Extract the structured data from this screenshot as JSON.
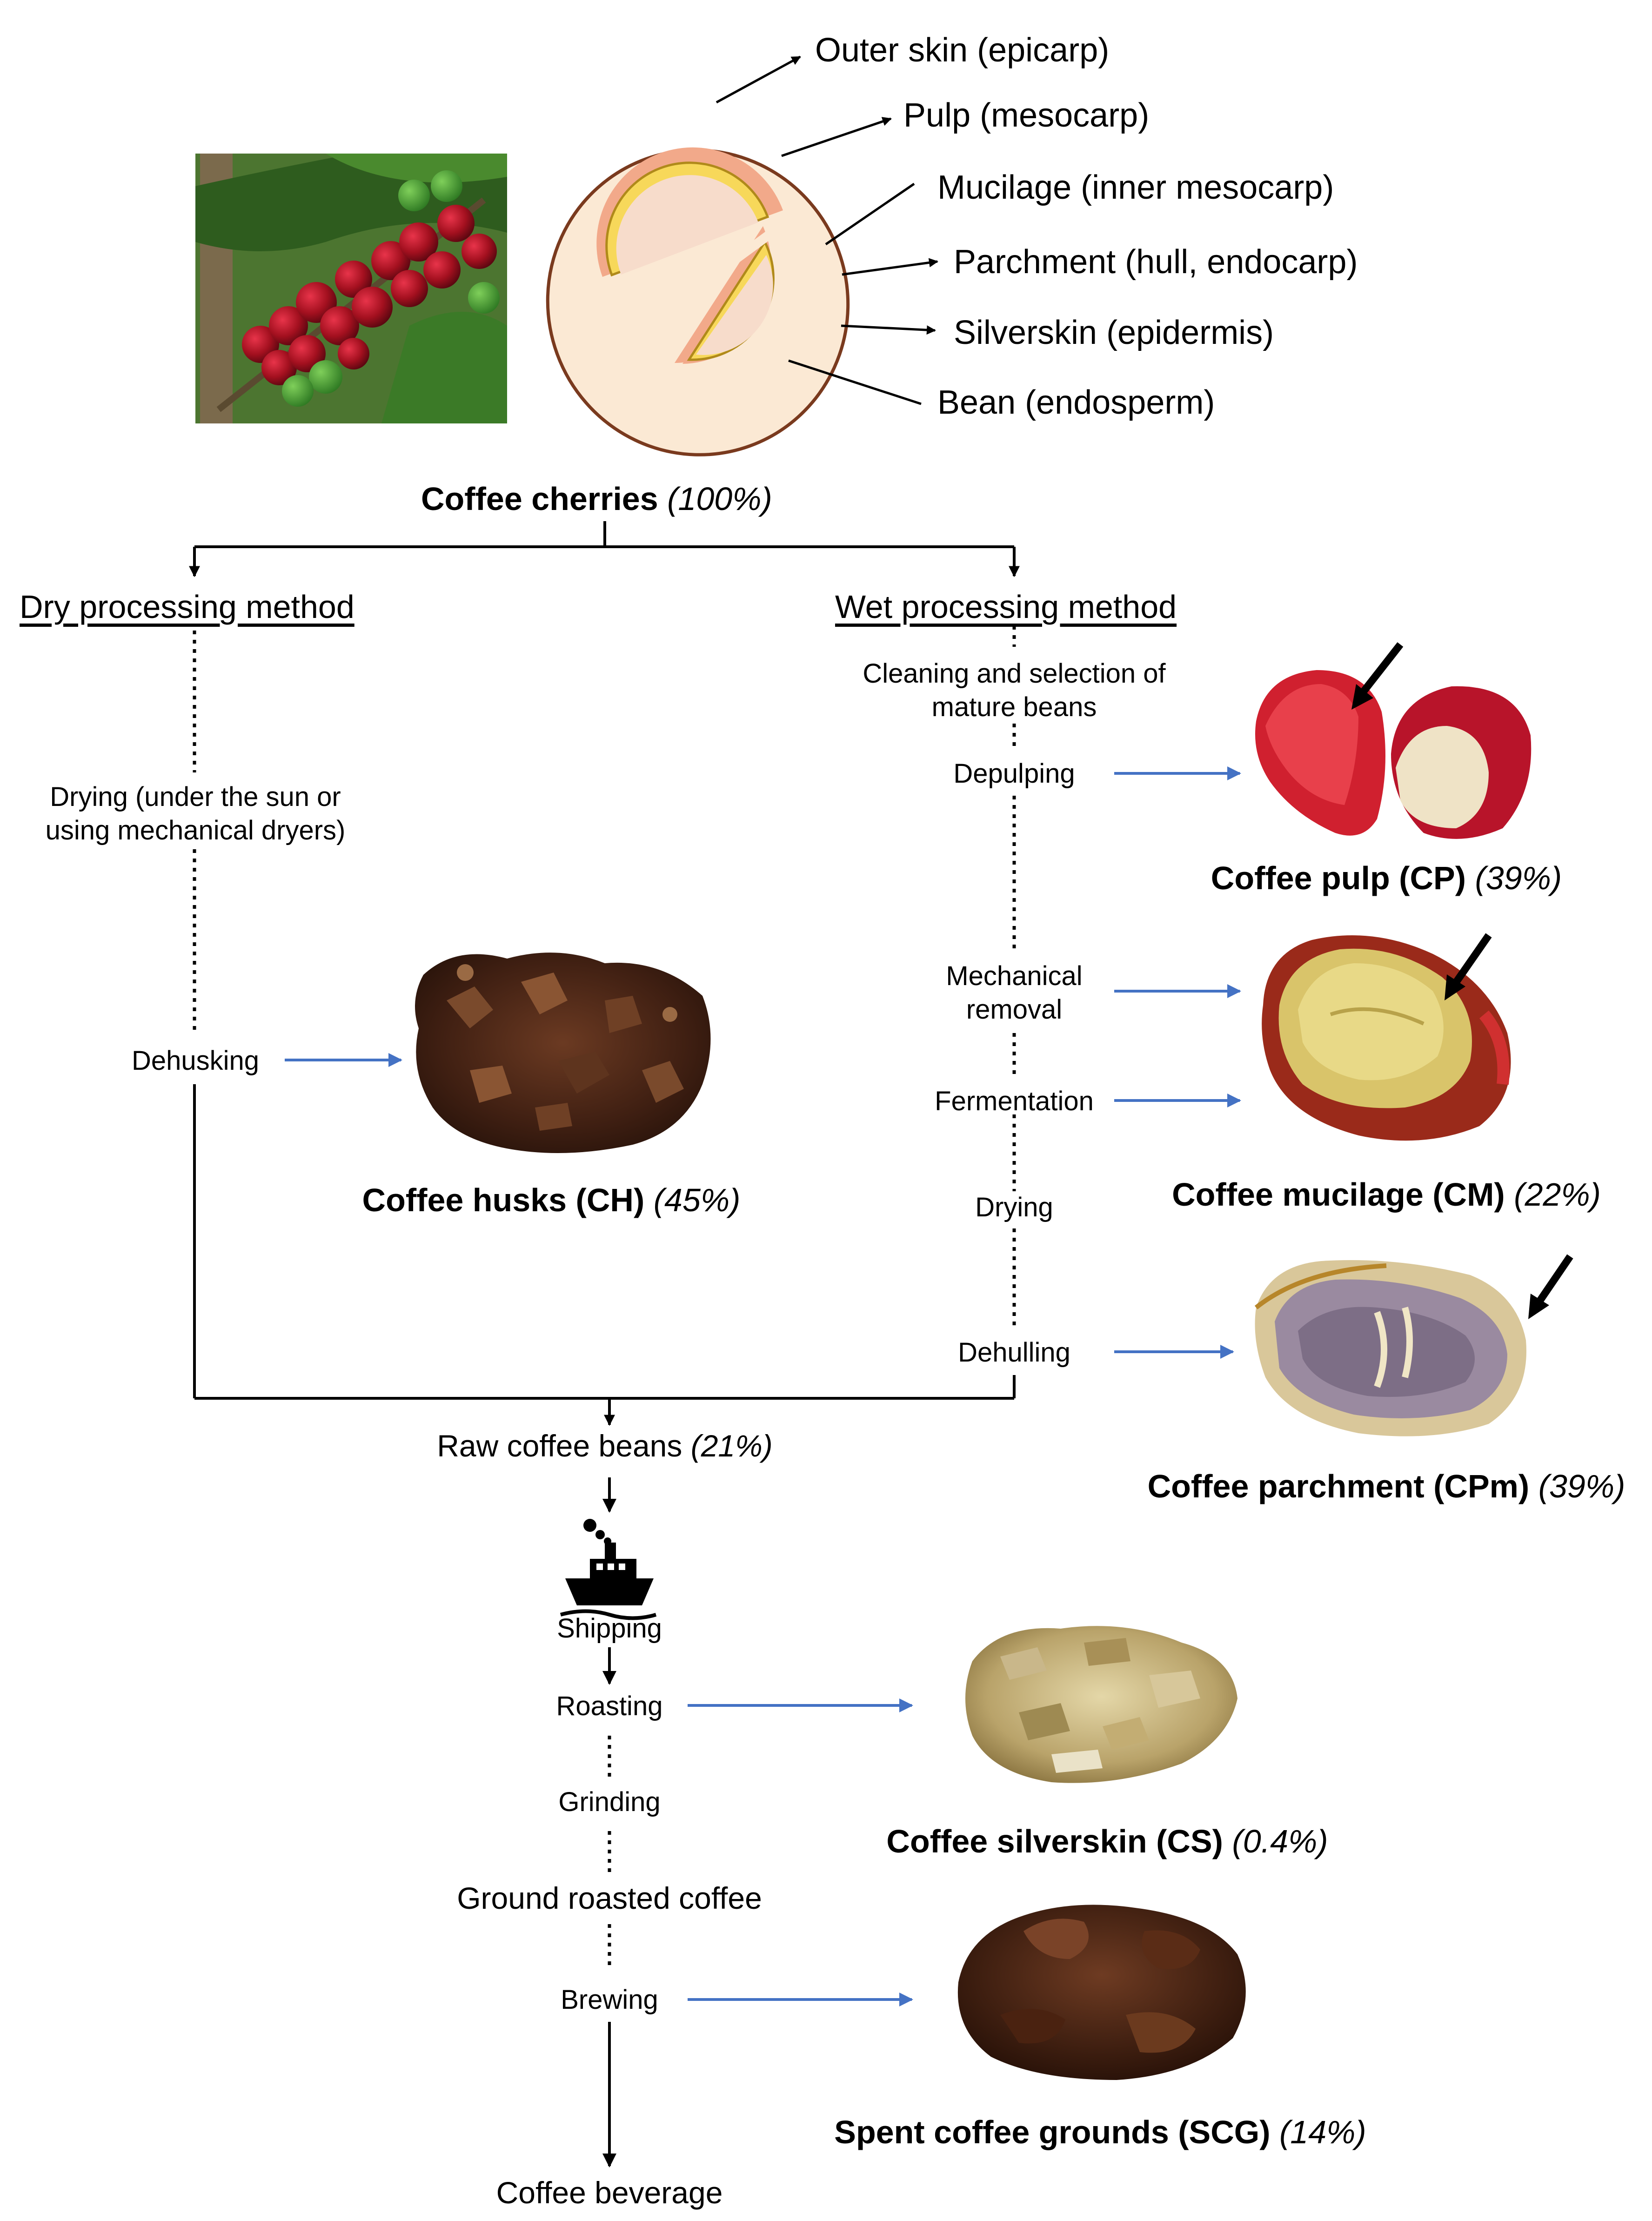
{
  "anatomy": {
    "outer_skin": "Outer skin (epicarp)",
    "pulp": "Pulp (mesocarp)",
    "mucilage": "Mucilage (inner mesocarp)",
    "parchment": "Parchment (hull, endocarp)",
    "silverskin": "Silverskin (epidermis)",
    "bean": "Bean (endosperm)"
  },
  "root": {
    "name": "Coffee cherries",
    "pct": "(100%)"
  },
  "dry": {
    "heading": "Dry processing method",
    "drying_l1": "Drying (under the sun or",
    "drying_l2": "using mechanical dryers)",
    "dehusking": "Dehusking",
    "product_name": "Coffee husks (CH)",
    "product_pct": "(45%)"
  },
  "wet": {
    "heading": "Wet processing method",
    "cleaning_l1": "Cleaning and selection of",
    "cleaning_l2": "mature beans",
    "depulping": "Depulping",
    "mech_l1": "Mechanical",
    "mech_l2": "removal",
    "fermentation": "Fermentation",
    "drying": "Drying",
    "dehulling": "Dehulling",
    "pulp_name": "Coffee pulp (CP)",
    "pulp_pct": "(39%)",
    "mucilage_name": "Coffee mucilage (CM)",
    "mucilage_pct": "(22%)",
    "parchment_name": "Coffee parchment (CPm)",
    "parchment_pct": "(39%)"
  },
  "downstream": {
    "raw_name": "Raw coffee beans",
    "raw_pct": "(21%)",
    "shipping": "Shipping",
    "roasting": "Roasting",
    "grinding": "Grinding",
    "ground": "Ground roasted coffee",
    "brewing": "Brewing",
    "beverage": "Coffee beverage",
    "silverskin_name": "Coffee silverskin (CS)",
    "silverskin_pct": "(0.4%)",
    "scg_name": "Spent coffee grounds (SCG)",
    "scg_pct": "(14%)"
  },
  "colors": {
    "line": "#000000",
    "blue_arrow": "#4472c4",
    "cherry_flesh": "#fbe9d4",
    "skin_outline": "#7a3a1e",
    "mucilage_band": "#f2a98a",
    "parchment": "#f7d85a",
    "bean": "#f7dccb"
  }
}
